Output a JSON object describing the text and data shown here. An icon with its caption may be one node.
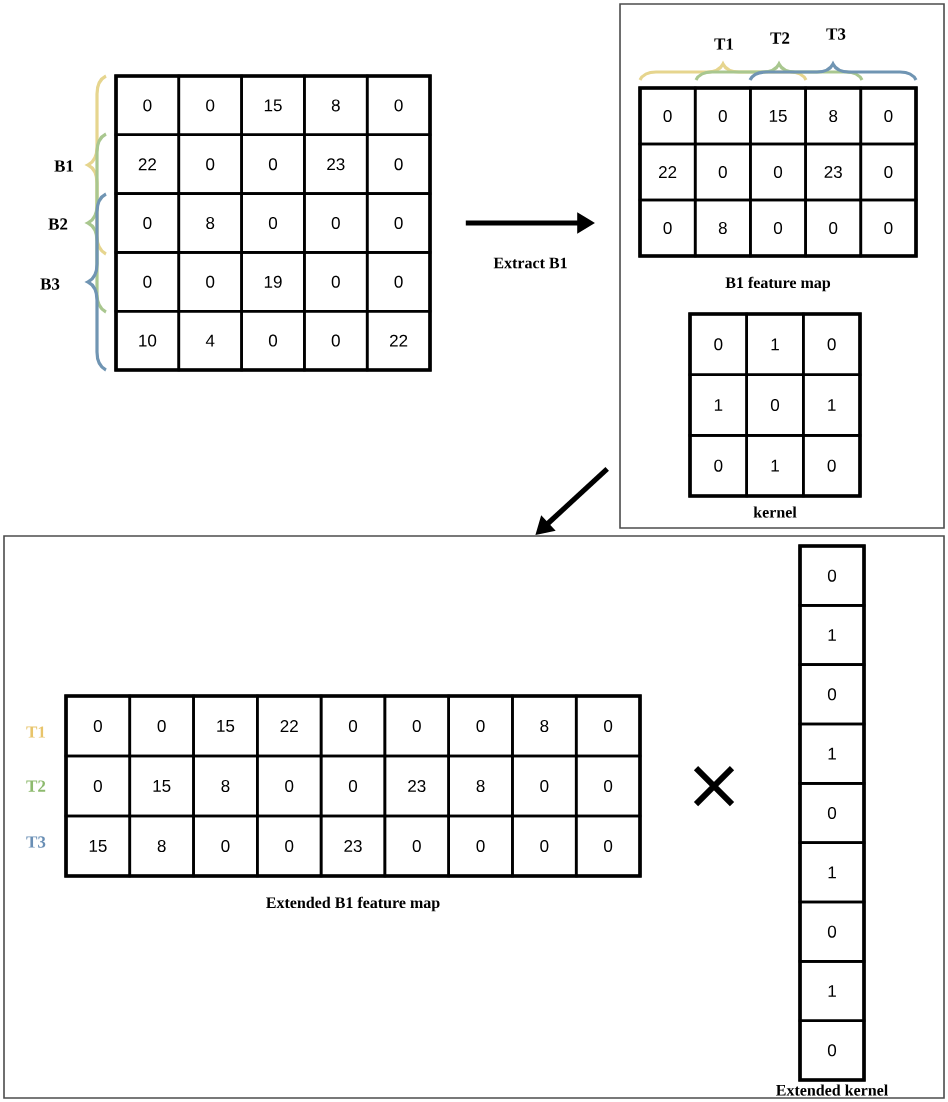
{
  "diagram": {
    "nodes": [
      {
        "text": [
          "0",
          "0",
          "15",
          "8",
          "0",
          "22",
          "0",
          "0",
          "23",
          "0",
          "0",
          "8",
          "0",
          "0",
          "0",
          "0",
          "0",
          "19",
          "0",
          "0",
          "10",
          "4",
          "0",
          "0",
          "22"
        ]
      },
      {
        "text": [],
        "shape": "box"
      },
      {
        "text": [
          "0",
          "0",
          "15",
          "8",
          "0",
          "22",
          "0",
          "0",
          "23",
          "0",
          "0",
          "8",
          "0",
          "0",
          "0"
        ],
        "in": 1,
        "beside": [
          "B1 feature map"
        ]
      },
      {
        "text": [
          "0",
          "1",
          "0",
          "1",
          "0",
          "1",
          "0",
          "1",
          "0"
        ],
        "in": 1,
        "beside": [
          "kernel"
        ]
      },
      {
        "text": [],
        "shape": "box"
      },
      {
        "text": [
          "0",
          "0",
          "15",
          "22",
          "0",
          "0",
          "0",
          "8",
          "0",
          "0",
          "15",
          "8",
          "0",
          "0",
          "23",
          "8",
          "0",
          "0",
          "15",
          "8",
          "0",
          "0",
          "23",
          "0",
          "0",
          "0",
          "0"
        ],
        "in": 4,
        "beside": [
          "Extended B1 feature map"
        ]
      },
      {
        "text": [
          "0",
          "1",
          "0",
          "1",
          "0",
          "1",
          "0",
          "1",
          "0"
        ],
        "in": 4,
        "beside": [
          "Extended kernel"
        ]
      }
    ],
    "edges": [
      {
        "from": 0,
        "to": 1,
        "arrow": "to",
        "label": "Extract B1"
      },
      {
        "from": 1,
        "to": 4,
        "arrow": "to"
      }
    ],
    "labels": [
      "T1",
      "T2",
      "T3",
      "B1",
      "B2",
      "B3",
      "T1",
      "T2",
      "T3"
    ]
  }
}
